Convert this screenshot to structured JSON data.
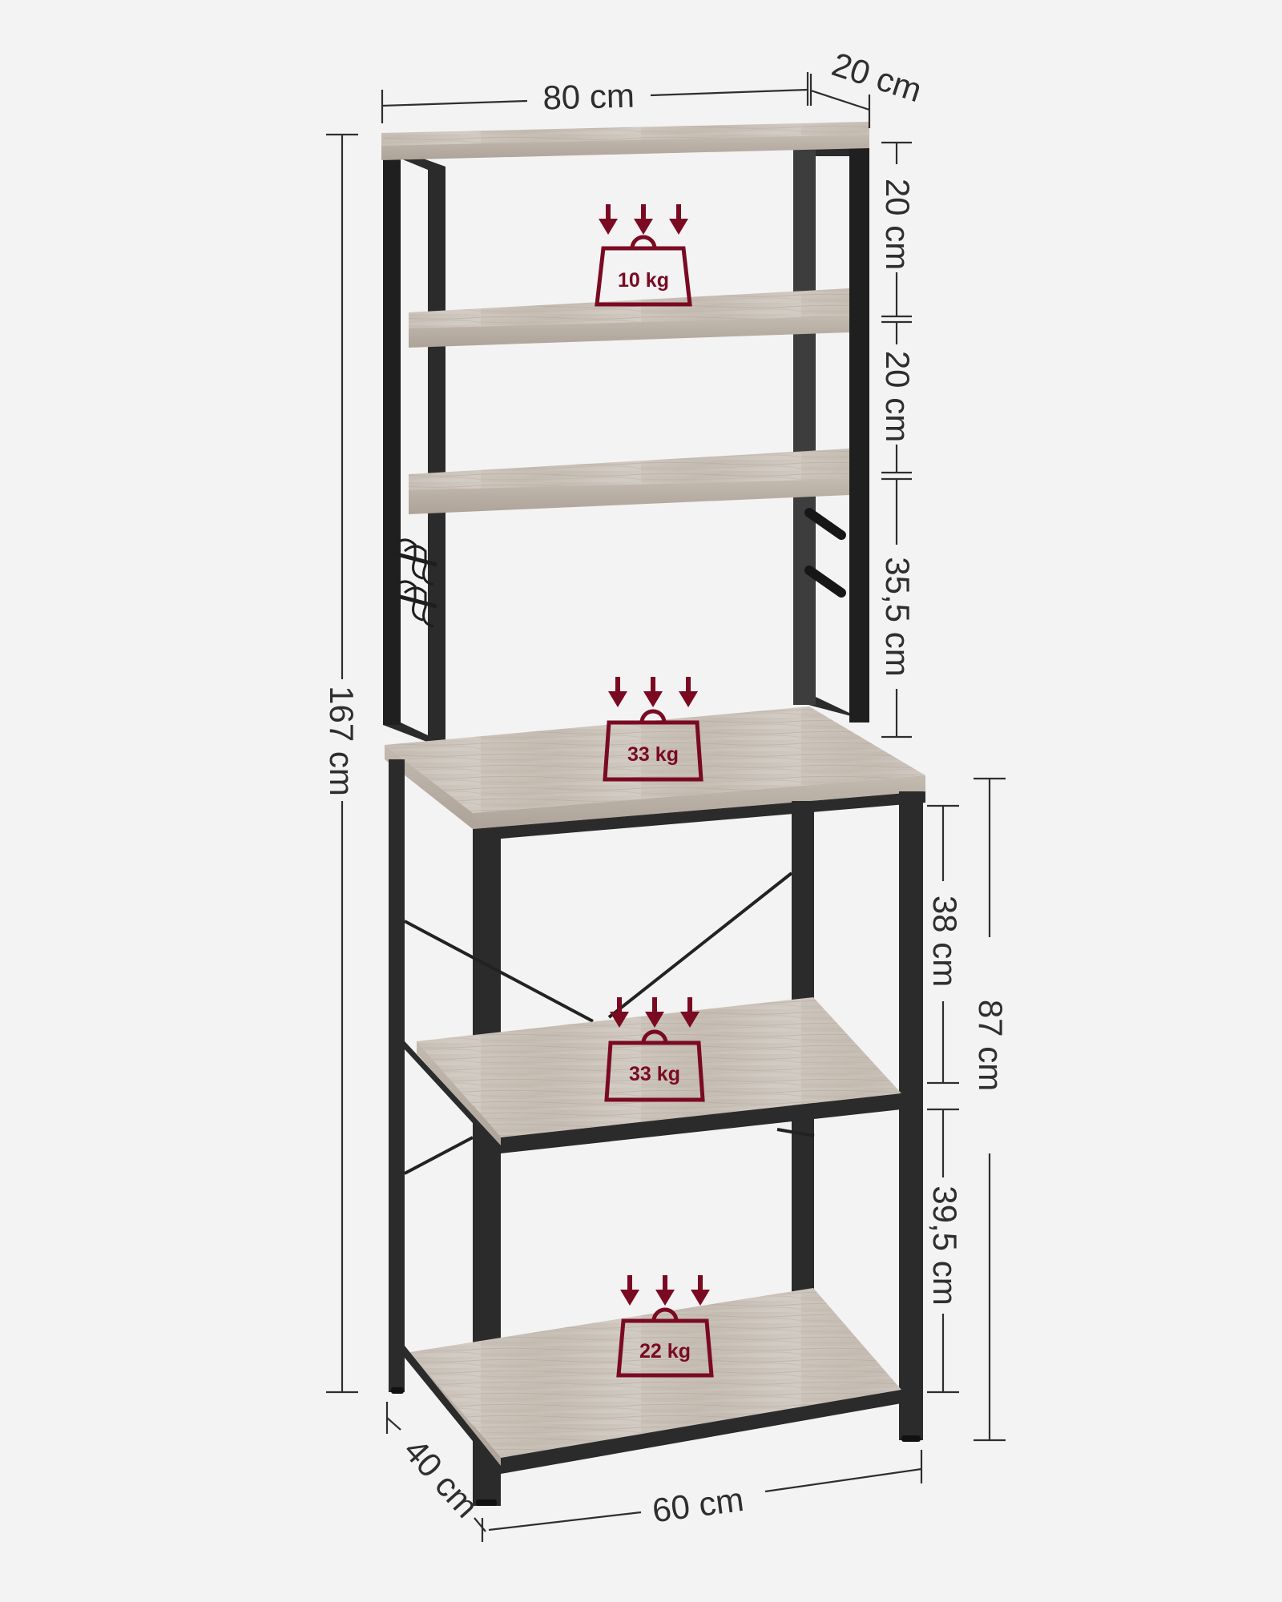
{
  "product": {
    "type": "kitchen baker's rack / shelving unit",
    "colors": {
      "background": "#f3f3f3",
      "wood": "#c9c1b8",
      "wood_edge": "#b6ada3",
      "metal": "#2b2b2b",
      "load_icon": "#7a0a22",
      "dimension_lines": "#2e2e2e"
    }
  },
  "dimensions": {
    "top_width": "80 cm",
    "top_depth": "20 cm",
    "total_height": "167 cm",
    "top_gap_1": "20 cm",
    "top_gap_2": "20 cm",
    "top_gap_3": "35,5 cm",
    "base_height": "87 cm",
    "base_gap_1": "38 cm",
    "base_gap_2": "39,5 cm",
    "base_depth": "40 cm",
    "base_width": "60 cm"
  },
  "load_capacities": {
    "upper_shelf": "10 kg",
    "worktop": "33 kg",
    "middle_shelf": "33 kg",
    "bottom_shelf": "22 kg"
  },
  "icons": {
    "load_arrows": "down-arrow-icon",
    "weight": "weight-icon",
    "hooks": "s-hook-icon",
    "wine_bars": "bottle-holder-icon"
  }
}
